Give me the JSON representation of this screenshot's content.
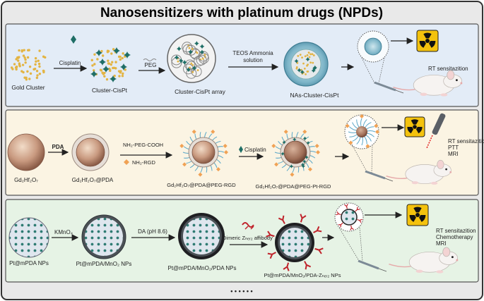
{
  "title": "Nanosensitizers with platinum drugs (NPDs)",
  "panel1": {
    "label_gold_cluster": "Gold Cluster",
    "arrow_cisplatin": "Cisplatin",
    "label_cluster_cispt": "Cluster-CisPt",
    "arrow_peg": "PEG",
    "label_array": "Cluster-CisPt array",
    "arrow_teos_line1": "TEOS Ammonia",
    "arrow_teos_line2": "solution",
    "label_nas": "NAs-Cluster-CisPt",
    "outcome": "RT sensitazition"
  },
  "panel2": {
    "label_core": "Gd₂Hf₂O₇",
    "arrow_pda": "PDA",
    "label_pda": "Gd₂Hf₂O₇@PDA",
    "reagent_peg": "NH₂-PEG-COOH",
    "reagent_rgd": "NH₂-RGD",
    "label_peg_rgd": "Gd₂Hf₂O₇@PDA@PEG-RGD",
    "reagent_cisplatin": "Cisplatin",
    "label_final": "Gd₂Hf₂O₇@PDA@PEG-Pt-RGD",
    "outcome_line1": "RT sensitazition",
    "outcome_line2": "PTT",
    "outcome_line3": "MRI"
  },
  "panel3": {
    "label_pt_mpda": "Pt@mPDA NPs",
    "arrow_kmno4": "KMnO₄",
    "label_mno2": "Pt@mPDA/MnO₂ NPs",
    "arrow_da": "DA (pH 8.6)",
    "label_mno2_pda": "Pt@mPDA/MnO₂/PDA NPs",
    "reagent_affibody": "Dimeric Zₕₑᵣ₂ affibody",
    "label_final": "Pt@mPDA/MnO₂/PDA-Zₕₑᵣ₂ NPs",
    "outcome_line1": "RT sensitazition",
    "outcome_line2": "Chemotherapy",
    "outcome_line3": "MRI"
  },
  "footer": {
    "ellipsis": "• • • • • •"
  },
  "colors": {
    "panel1_bg": "#e3ecf7",
    "panel2_bg": "#fbf4e3",
    "panel3_bg": "#e6f3e5",
    "accent": "#1f6e66",
    "gold": "#e3b443",
    "radiation_yellow": "#f4c20d"
  }
}
